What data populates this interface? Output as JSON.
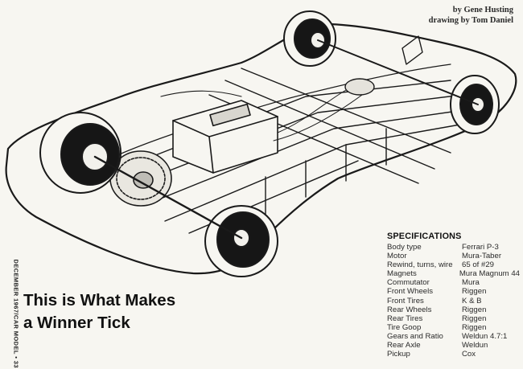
{
  "credits": {
    "author_line": "by Gene Husting",
    "drawing_line": "drawing by Tom Daniel"
  },
  "folio": "DECEMBER 1967/CAR MODEL • 33",
  "headline": {
    "line1": "This is What Makes",
    "line2": "a Winner Tick"
  },
  "specifications": {
    "title": "SPECIFICATIONS",
    "rows": [
      {
        "label": "Body type",
        "value": "Ferrari P-3"
      },
      {
        "label": "Motor",
        "value": "Mura-Taber"
      },
      {
        "label": "Rewind, turns, wire",
        "value": "65 of #29"
      },
      {
        "label": "Magnets",
        "value": "Mura Magnum 44"
      },
      {
        "label": "Commutator",
        "value": "Mura"
      },
      {
        "label": "Front Wheels",
        "value": "Riggen"
      },
      {
        "label": "Front Tires",
        "value": "K & B"
      },
      {
        "label": "Rear Wheels",
        "value": "Riggen"
      },
      {
        "label": "Rear Tires",
        "value": "Riggen"
      },
      {
        "label": "Tire Goop",
        "value": "Riggen"
      },
      {
        "label": "Gears and Ratio",
        "value": "Weldun 4.7:1"
      },
      {
        "label": "Rear Axle",
        "value": "Weldun"
      },
      {
        "label": "Pickup",
        "value": "Cox"
      }
    ]
  }
}
